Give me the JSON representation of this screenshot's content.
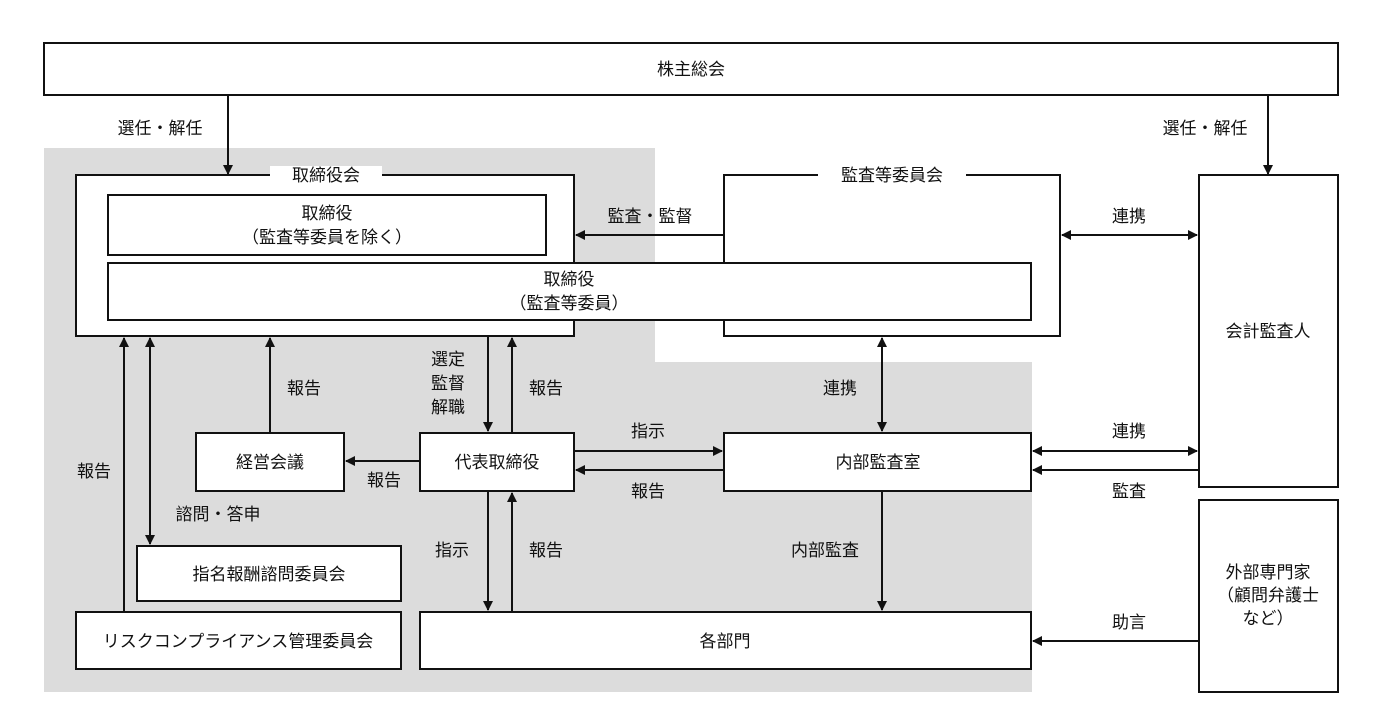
{
  "colors": {
    "shade": "#dcdcdc",
    "line": "#111111",
    "box": "#ffffff"
  },
  "nodes": {
    "shareholders": "株主総会",
    "board": "取締役会",
    "directors_excl": [
      "取締役",
      "（監査等委員を除く）"
    ],
    "directors_audit": [
      "取締役",
      "（監査等委員）"
    ],
    "audit_committee": "監査等委員会",
    "accounting_auditor": "会計監査人",
    "management_meeting": "経営会議",
    "representative_director": "代表取締役",
    "internal_audit_office": "内部監査室",
    "nomination_committee": "指名報酬諮問委員会",
    "risk_committee": "リスクコンプライアンス管理委員会",
    "departments": "各部門",
    "external_experts": [
      "外部専門家",
      "（顧問弁護士",
      "など）"
    ]
  },
  "labels": {
    "elect_dismiss_left": "選任・解任",
    "elect_dismiss_right": "選任・解任",
    "audit_supervise": "監査・監督",
    "cooperate_top": "連携",
    "cooperate_mid": "連携",
    "cooperate_ia": "連携",
    "audit_right": "監査",
    "report_mgmt_up": "報告",
    "select_supervise_dismiss": [
      "選定",
      "監督",
      "解職"
    ],
    "report_rep_up": "報告",
    "report_left": "報告",
    "report_mgmt": "報告",
    "consult_answer": "諮問・答申",
    "instruct_ia": "指示",
    "report_ia": "報告",
    "instruct_dept": "指示",
    "report_dept": "報告",
    "internal_audit": "内部監査",
    "advice": "助言"
  }
}
